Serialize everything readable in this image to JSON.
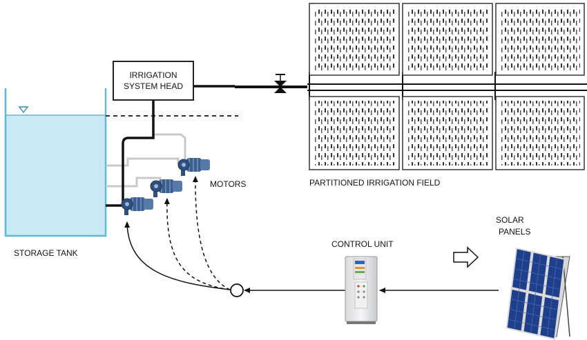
{
  "labels": {
    "irrigation_head_line1": "IRRIGATION",
    "irrigation_head_line2": "SYSTEM HEAD",
    "motors": "MOTORS",
    "field": "PARTITIONED IRRIGATION FIELD",
    "storage_tank": "STORAGE TANK",
    "control_unit": "CONTROL UNIT",
    "solar_line1": "SOLAR",
    "solar_line2": "PANELS"
  },
  "colors": {
    "water": "#c9eaf5",
    "tank_outline": "#5bb8d9",
    "pipe": "#111111",
    "pipe_inactive": "#c8c8c8",
    "motor": "#3c5f8f",
    "solar_cell": "#1f3f8a"
  },
  "icons": {
    "water_level": "inverted-triangle-icon",
    "valve": "bowtie-valve-icon",
    "sun_arrow": "hollow-arrow-icon",
    "junction": "circle-junction-icon"
  }
}
